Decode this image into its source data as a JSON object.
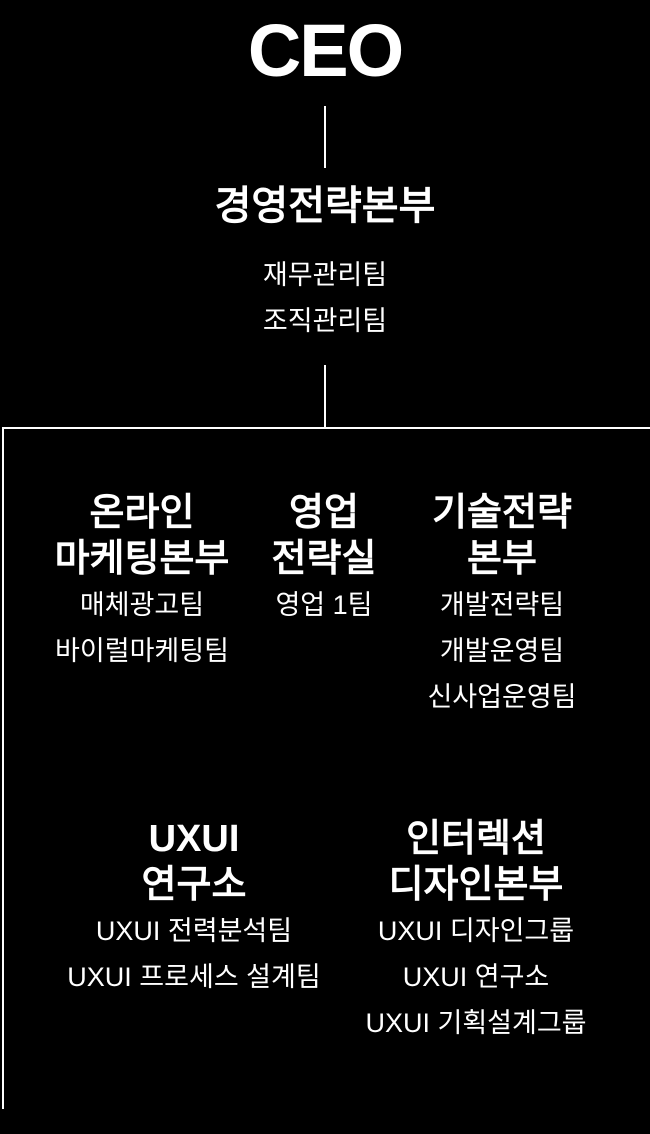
{
  "colors": {
    "background": "#000000",
    "text": "#ffffff",
    "connector_line": "#ffffff",
    "box_border": "#ffffff"
  },
  "org": {
    "root": {
      "title": "CEO"
    },
    "strategy_division": {
      "title": "경영전략본부",
      "teams": [
        "재무관리팀",
        "조직관리팀"
      ]
    },
    "units_row1": [
      {
        "title": "온라인\n마케팅본부",
        "teams": [
          "매체광고팀",
          "바이럴마케팅팀"
        ]
      },
      {
        "title": "영업\n전략실",
        "teams": [
          "영업 1팀"
        ]
      },
      {
        "title": "기술전략\n본부",
        "teams": [
          "개발전략팀",
          "개발운영팀",
          "신사업운영팀"
        ]
      }
    ],
    "units_row2": [
      {
        "title": "UXUI\n연구소",
        "teams": [
          "UXUI 전력분석팀",
          "UXUI 프로세스 설계팀"
        ]
      },
      {
        "title": "인터렉션\n디자인본부",
        "teams": [
          "UXUI 디자인그룹",
          "UXUI 연구소",
          "UXUI 기획설계그룹"
        ]
      }
    ]
  }
}
